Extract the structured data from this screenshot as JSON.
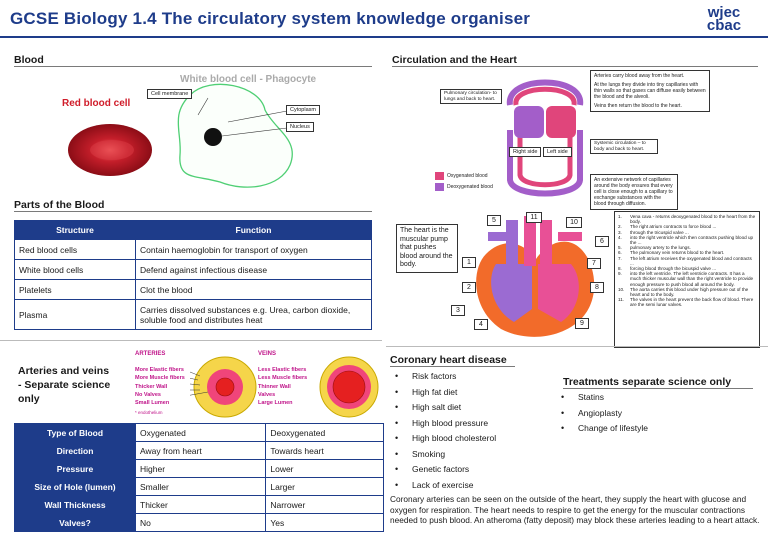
{
  "title": "GCSE Biology 1.4 The circulatory system knowledge organiser",
  "logo": {
    "line1": "wjec",
    "line2": "cbac"
  },
  "blood": {
    "heading": "Blood",
    "rbc_label": "Red blood cell",
    "wbc_label": "White blood cell - Phagocyte",
    "cell_membrane": "Cell membrane",
    "cytoplasm": "Cytoplasm",
    "nucleus": "Nucleus"
  },
  "parts": {
    "heading": "Parts of the Blood",
    "headers": [
      "Structure",
      "Function"
    ],
    "rows": [
      [
        "Red blood cells",
        "Contain haemoglobin for transport of oxygen"
      ],
      [
        "White blood cells",
        "Defend against infectious disease"
      ],
      [
        "Platelets",
        "Clot the blood"
      ],
      [
        "Plasma",
        "Carries dissolved substances e.g. Urea, carbon dioxide, soluble food and distributes heat"
      ]
    ]
  },
  "vessels": {
    "heading_line1": "Arteries and veins",
    "heading_line2": "- Separate science",
    "heading_line3": "only",
    "arteries_title": "ARTERIES",
    "veins_title": "VEINS",
    "arteries_labels": [
      "More Elastic fibers",
      "More Muscle fibers",
      "Thicker Wall",
      "No Valves",
      "Small Lumen"
    ],
    "veins_labels": [
      "Less Elastic fibers",
      "Less Muscle fibers",
      "Thinner Wall",
      "Valves",
      "Large Lumen"
    ],
    "endothelium": "* endothelium",
    "table": [
      [
        "Type of Blood",
        "Oxygenated",
        "Deoxygenated"
      ],
      [
        "Direction",
        "Away from heart",
        "Towards heart"
      ],
      [
        "Pressure",
        "Higher",
        "Lower"
      ],
      [
        "Size of Hole (lumen)",
        "Smaller",
        "Larger"
      ],
      [
        "Wall Thickness",
        "Thicker",
        "Narrower"
      ],
      [
        "Valves?",
        "No",
        "Yes"
      ]
    ]
  },
  "circulation": {
    "heading": "Circulation and the Heart",
    "pulmonary": "Pulmonary circulation- to lungs and back to heart.",
    "arteries_note": "Arteries carry blood away from the heart.",
    "lungs_note": "At the lungs they divide into tiny capillaries with thin walls so that gases can diffuse easily between the blood and the alveoli.",
    "veins_note": "Veins then return the blood to the heart.",
    "right_side": "Right side",
    "left_side": "Left side",
    "systemic": "Systemic circulation – to body and back to heart.",
    "capillaries_note": "An extensive network of capillaries around the body ensures that every cell is close enough to a capillary to exchange substances with the blood through diffusion.",
    "legend_oxy": "Oxygenated blood",
    "legend_deoxy": "Deoxygenated blood",
    "colors": {
      "oxygenated": "#e0457b",
      "deoxygenated": "#a35ec9"
    }
  },
  "heart": {
    "pump_note": "The heart is the muscular pump that pushes blood around the body.",
    "numbers": [
      "1",
      "2",
      "3",
      "4",
      "5",
      "6",
      "7",
      "8",
      "9",
      "10",
      "11"
    ],
    "steps": [
      [
        "1.",
        "Vena cava - returns deoxygenated blood to the heart from the body."
      ],
      [
        "2.",
        "The right atrium contracts to force blood ..."
      ],
      [
        "3.",
        "through the tricuspid valve ..."
      ],
      [
        "4.",
        "into the right ventricle which then contracts pushing blood up the ..."
      ],
      [
        "5.",
        "pulmonary artery to the lungs."
      ],
      [
        "6.",
        "The pulmonary vein returns blood to the heart."
      ],
      [
        "7.",
        "The left atrium receives the oxygenated blood and contracts ..."
      ],
      [
        "8.",
        "forcing blood through the bicuspid valve ..."
      ],
      [
        "9.",
        "into the left ventricle. The left ventricle contracts. It has a much thicker muscular wall than the right ventricle to provide enough pressure to push blood all around the body."
      ],
      [
        "10.",
        "The aorta carries this blood under high pressure out of the heart and to the body."
      ],
      [
        "11.",
        "The valves in the heart prevent the back flow of blood. There are the semi lunar valves."
      ]
    ]
  },
  "coronary": {
    "heading": "Coronary heart disease",
    "risks": [
      "Risk factors",
      "High fat diet",
      "High salt diet",
      "High blood pressure",
      "High blood cholesterol",
      "Smoking",
      "Genetic factors",
      "Lack of exercise"
    ],
    "paragraph": "Coronary arteries can be seen on the outside of the heart, they supply the heart with glucose and oxygen for respiration. The heart needs to respire to get the energy for the muscular contractions needed to push blood. An atheroma (fatty deposit) may block these arteries leading to a heart attack."
  },
  "treatments": {
    "heading": "Treatments separate science only",
    "items": [
      "Statins",
      "Angioplasty",
      "Change of lifestyle"
    ]
  }
}
